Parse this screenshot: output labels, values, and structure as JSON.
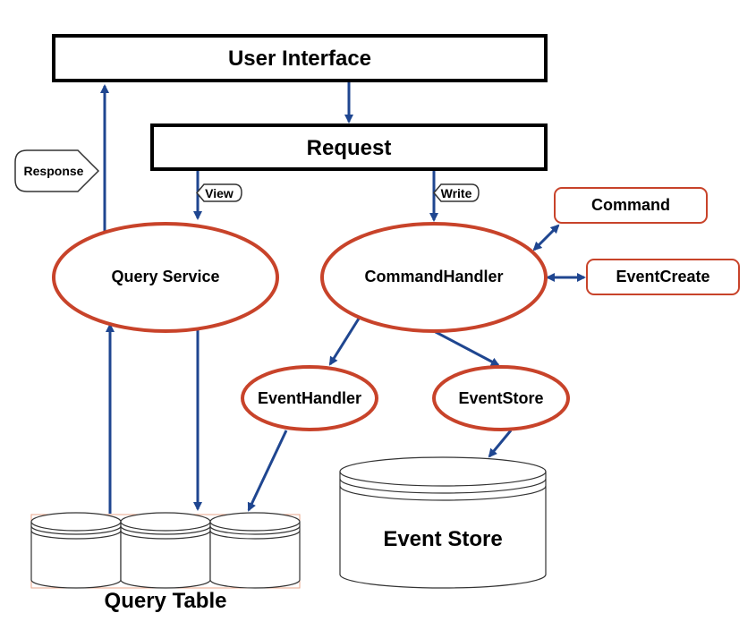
{
  "boxes": {
    "user_interface": "User Interface",
    "request": "Request",
    "command": "Command",
    "event_create": "EventCreate"
  },
  "ellipses": {
    "query_service": "Query Service",
    "command_handler": "CommandHandler",
    "event_handler": "EventHandler",
    "event_store": "EventStore"
  },
  "tags": {
    "response": "Response",
    "view": "View",
    "write": "Write"
  },
  "databases": {
    "query_table": "Query Table",
    "event_store": "Event Store"
  },
  "colors": {
    "arrow": "#1f4690",
    "ellipse_stroke": "#c8432a",
    "box_stroke": "#000000"
  }
}
